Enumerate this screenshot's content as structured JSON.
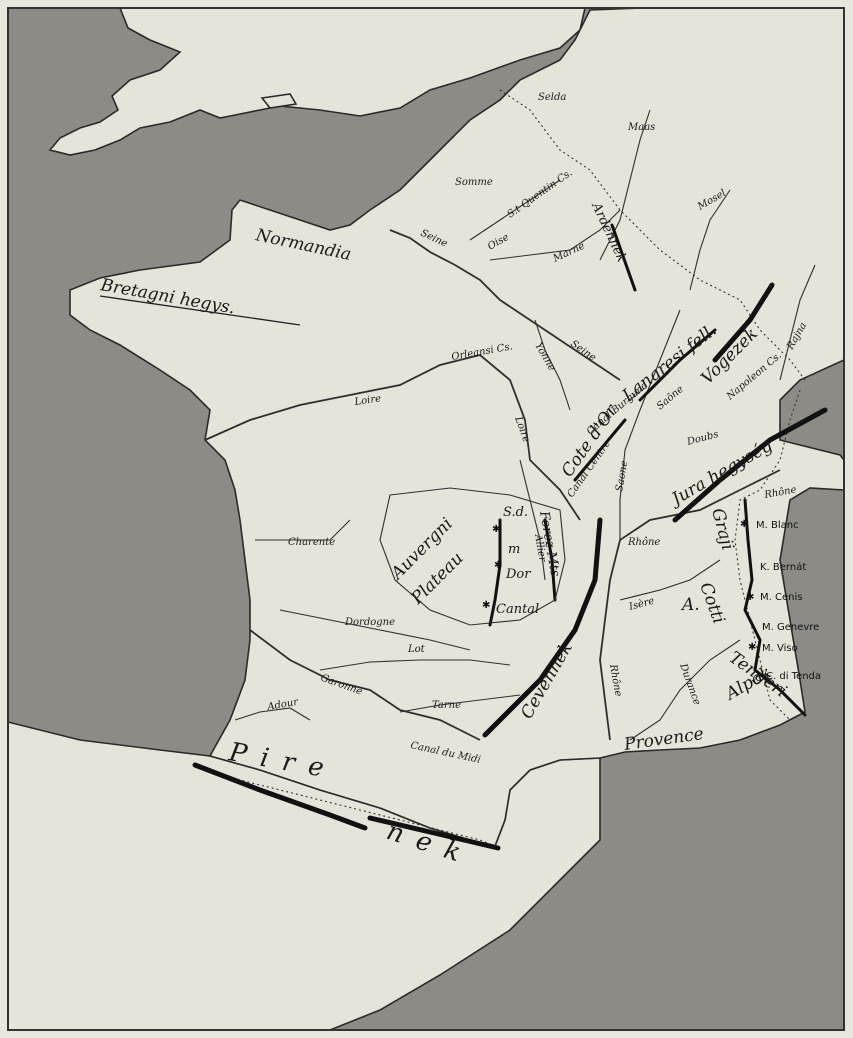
{
  "labels": {
    "selda": "Selda",
    "maas": "Maas",
    "somme": "Somme",
    "st_quentin": "S.t Quentin Cs.",
    "ardennek": "Ardennek",
    "mosel": "Mosel",
    "seine_n": "Seine",
    "oise": "Oise",
    "marne": "Marne",
    "normandia": "Normandia",
    "bretagni": "Bretagni hegys.",
    "langresi": "Langresi fell.",
    "vogezek": "Vogezek",
    "rajna": "Rajna",
    "orleansi": "Orleansi Cs.",
    "yonne": "Yonne",
    "seine_s": "Seine",
    "napoleon": "Napoleon Cs.",
    "loire_n": "Loire",
    "canal_burgund": "Canal Burgund",
    "saone1": "Saône",
    "cote_dor": "Cote d'Or",
    "jura": "Jura hegység",
    "doubs": "Doubs",
    "loire_c": "Loire",
    "canal_centre": "Canal Centre",
    "saone2": "Saone",
    "rhone_ne": "Rhône",
    "auvergni": "Auvergni",
    "plateau": "Plateau",
    "sd": "S.d.",
    "forez": "Forez Mts",
    "allier": "Allier",
    "rhone_c": "Rhône",
    "charente": "Charente",
    "m": "m",
    "dor": "Dor",
    "cantal": "Cantal",
    "graji": "Graji",
    "cotti": "Cotti",
    "a": "A.",
    "isere": "Isère",
    "dordogne": "Dordogne",
    "cevennek": "Cevennek",
    "lot": "Lot",
    "rhone_s": "Rhône",
    "durance": "Durance",
    "tengeri": "Tengeri",
    "alpok": "Alpok",
    "garonne": "Garonne",
    "adour": "Adour",
    "tarne": "Tarne",
    "provence": "Provence",
    "canal_midi": "Canal du Midi",
    "pire": "Pire",
    "nek": "nek"
  },
  "peaks": [
    "M. Blanc",
    "K. Bernát",
    "M. Cenis",
    "M. Genevre",
    "M. Viso",
    "C. di Tenda"
  ]
}
